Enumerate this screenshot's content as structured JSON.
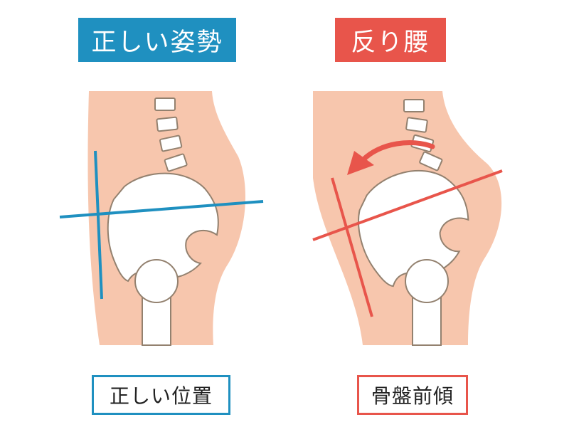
{
  "colors": {
    "correct": "#1f90c0",
    "anterior_tilt": "#e8554b",
    "skin": "#f7c6ad",
    "bone": "#ffffff",
    "outline": "#93816f"
  },
  "left_panel": {
    "title": "正しい姿勢",
    "caption": "正しい位置"
  },
  "right_panel": {
    "title": "反り腰",
    "caption": "骨盤前傾"
  }
}
